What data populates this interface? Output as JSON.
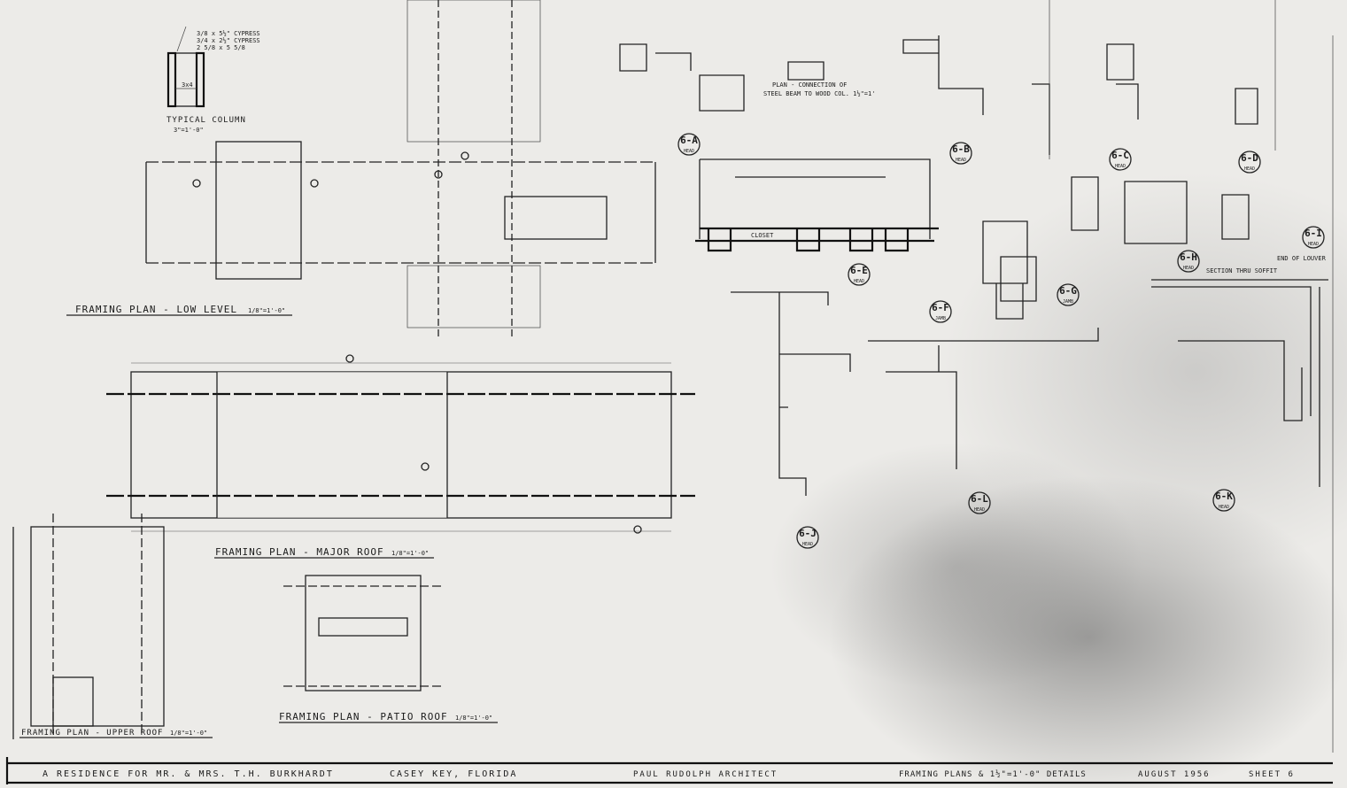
{
  "title_block": {
    "project": "A  RESIDENCE  FOR  MR. & MRS.  T.H. BURKHARDT",
    "location": "CASEY KEY, FLORIDA",
    "architect": "PAUL RUDOLPH  ARCHITECT",
    "sheet_title": "FRAMING PLANS & 1½\"=1'-0\" DETAILS",
    "date": "AUGUST  1956",
    "sheet": "SHEET 6"
  },
  "plans": {
    "low_level": {
      "title": "FRAMING PLAN - LOW LEVEL",
      "scale": "1/8\"=1'-0\""
    },
    "major_roof": {
      "title": "FRAMING PLAN - MAJOR ROOF",
      "scale": "1/8\"=1'-0\""
    },
    "patio_roof": {
      "title": "FRAMING PLAN - PATIO ROOF",
      "scale": "1/8\"=1'-0\""
    },
    "upper_roof": {
      "title": "FRAMING PLAN - UPPER ROOF",
      "scale": "1/8\"=1'-0\""
    }
  },
  "typical_column": {
    "title": "TYPICAL COLUMN",
    "scale": "3\"=1'-0\"",
    "note1": "3/8 x 5½\" CYPRESS",
    "note2": "3/4 x 2½\" CYPRESS",
    "note3": "2 5/8 x 5 5/8",
    "member": "3x4"
  },
  "details": {
    "connection_title_1": "PLAN - CONNECTION OF",
    "connection_title_2": "STEEL BEAM TO WOOD COL. 1½\"=1'",
    "section_soffit": "SECTION THRU SOFFIT",
    "end_louver": "END OF LOUVER",
    "closet": "CLOSET"
  },
  "markers": [
    {
      "id": "6-A",
      "type": "HEAD"
    },
    {
      "id": "6-B",
      "type": "HEAD"
    },
    {
      "id": "6-C",
      "type": "HEAD"
    },
    {
      "id": "6-D",
      "type": "HEAD"
    },
    {
      "id": "6-E",
      "type": "HEAD"
    },
    {
      "id": "6-F",
      "type": "JAMB"
    },
    {
      "id": "6-G",
      "type": "JAMB"
    },
    {
      "id": "6-H",
      "type": "HEAD"
    },
    {
      "id": "6-I",
      "type": "HEAD"
    },
    {
      "id": "6-J",
      "type": "HEAD"
    },
    {
      "id": "6-L",
      "type": "HEAD"
    },
    {
      "id": "6-K",
      "type": "HEAD"
    }
  ]
}
